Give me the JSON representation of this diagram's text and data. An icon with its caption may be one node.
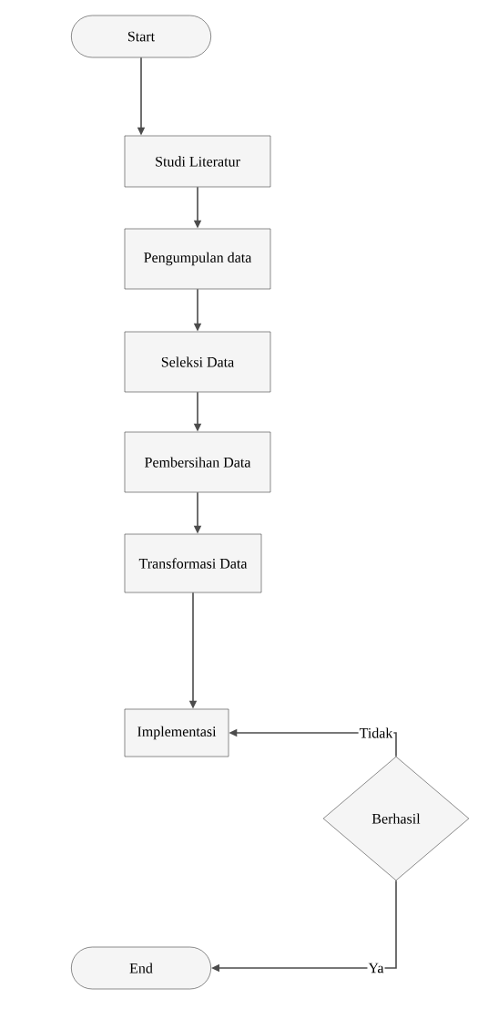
{
  "diagram": {
    "nodes": [
      {
        "text": [
          "Start"
        ]
      },
      {
        "text": [
          "Studi Literatur"
        ]
      },
      {
        "text": [
          "Pengumpulan data"
        ]
      },
      {
        "text": [
          "Seleksi Data"
        ]
      },
      {
        "text": [
          "Pembersihan Data"
        ]
      },
      {
        "text": [
          "Transformasi Data"
        ]
      },
      {
        "text": [
          "Implementasi"
        ]
      },
      {
        "text": [
          "Berhasil"
        ]
      },
      {
        "text": [
          "End"
        ]
      }
    ],
    "edges": [
      {
        "from": 0,
        "to": 1,
        "arrow": "to"
      },
      {
        "from": 1,
        "to": 2,
        "arrow": "to"
      },
      {
        "from": 2,
        "to": 3,
        "arrow": "to"
      },
      {
        "from": 3,
        "to": 4,
        "arrow": "to"
      },
      {
        "from": 4,
        "to": 5,
        "arrow": "to"
      },
      {
        "from": 5,
        "to": 6,
        "arrow": "to"
      },
      {
        "from": 7,
        "to": 6,
        "arrow": "to",
        "label": "Tidak"
      },
      {
        "from": 7,
        "to": 8,
        "arrow": "to",
        "label": "Ya"
      }
    ]
  }
}
